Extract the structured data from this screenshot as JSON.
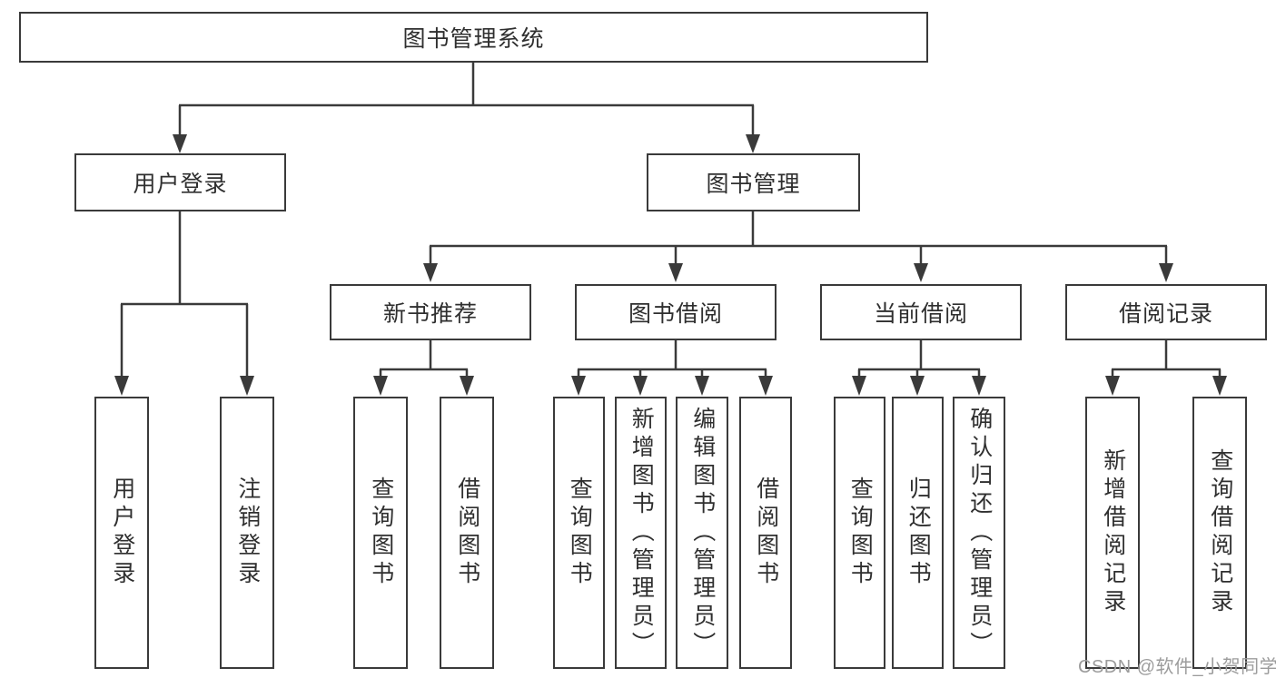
{
  "diagram_type": "hierarchy-tree",
  "colors": {
    "line": "#3a3a3a",
    "text": "#2f2f2f",
    "watermark": "#9c9c9c",
    "background": "#ffffff"
  },
  "tree": {
    "label": "图书管理系统",
    "children": [
      {
        "label": "用户登录",
        "children": [
          {
            "label": "用户登录"
          },
          {
            "label": "注销登录"
          }
        ]
      },
      {
        "label": "图书管理",
        "children": [
          {
            "label": "新书推荐",
            "children": [
              {
                "label": "查询图书"
              },
              {
                "label": "借阅图书"
              }
            ]
          },
          {
            "label": "图书借阅",
            "children": [
              {
                "label": "查询图书"
              },
              {
                "label": "新增图书（管理员）"
              },
              {
                "label": "编辑图书（管理员）"
              },
              {
                "label": "借阅图书"
              }
            ]
          },
          {
            "label": "当前借阅",
            "children": [
              {
                "label": "查询图书"
              },
              {
                "label": "归还图书"
              },
              {
                "label": "确认归还（管理员）"
              }
            ]
          },
          {
            "label": "借阅记录",
            "children": [
              {
                "label": "新增借阅记录"
              },
              {
                "label": "查询借阅记录"
              }
            ]
          }
        ]
      }
    ]
  },
  "watermark": "CSDN @软件_小贺同学"
}
